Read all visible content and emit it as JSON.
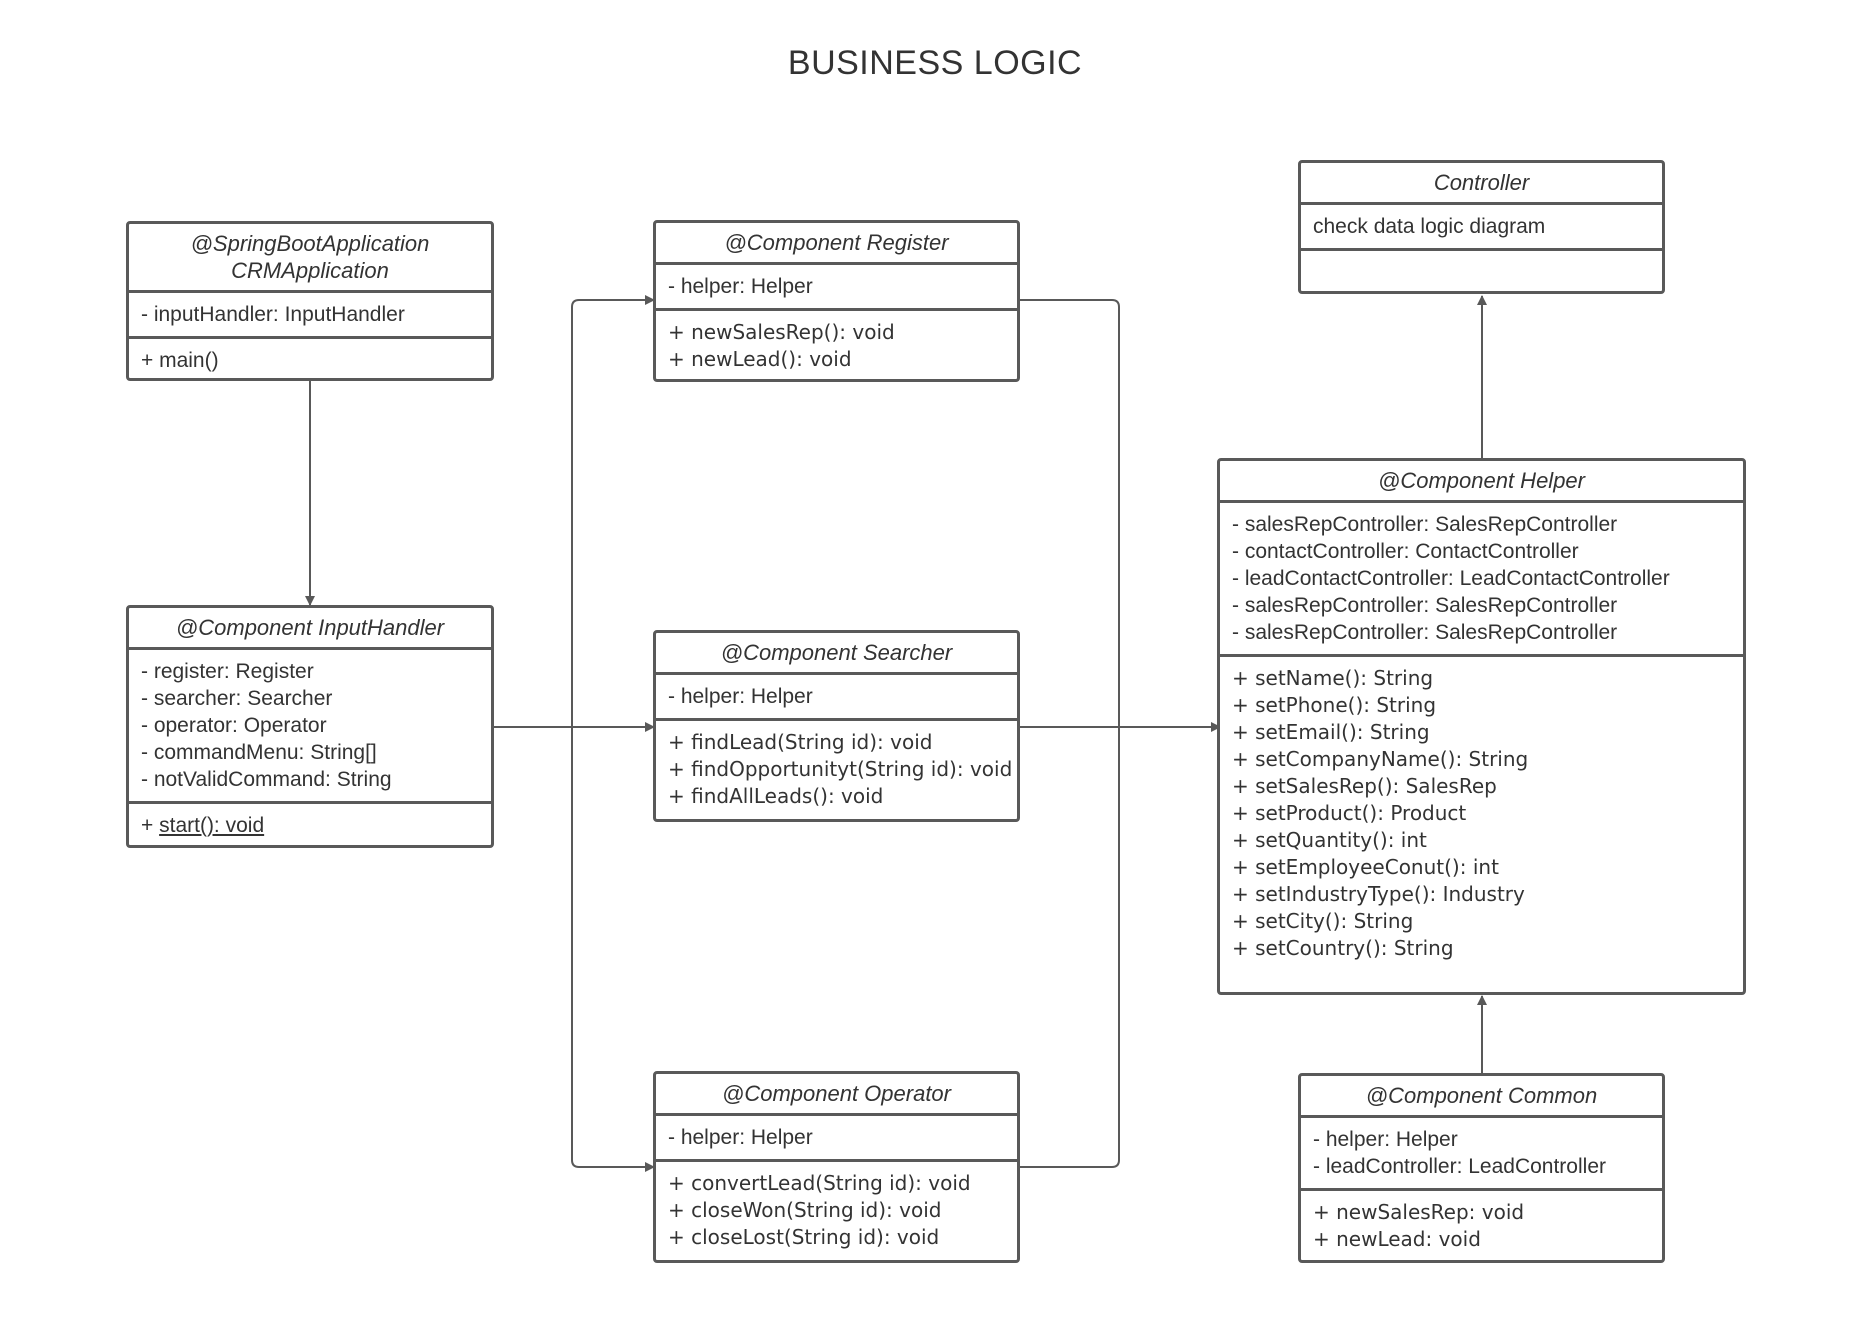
{
  "title": "BUSINESS LOGIC",
  "classes": {
    "app": {
      "header_lines": [
        "@SpringBootApplication",
        "CRMApplication"
      ],
      "attributes": [
        "- inputHandler: InputHandler"
      ],
      "operations": [
        "+ main()"
      ]
    },
    "input_handler": {
      "header": "@Component InputHandler",
      "attributes": [
        "- register: Register",
        "- searcher: Searcher",
        "- operator: Operator",
        "- commandMenu: String[]",
        "- notValidCommand: String"
      ],
      "operations_prefix": "+ ",
      "operations_underlined": "start(): void"
    },
    "register": {
      "header": "@Component Register",
      "attributes": [
        "- helper: Helper"
      ],
      "operations": [
        "+ newSalesRep(): void",
        "+ newLead(): void"
      ]
    },
    "searcher": {
      "header": "@Component Searcher",
      "attributes": [
        "- helper: Helper"
      ],
      "operations": [
        "+ findLead(String id): void",
        "+ findOpportunityt(String id): void",
        "+ findAllLeads(): void"
      ]
    },
    "operator": {
      "header": "@Component Operator",
      "attributes": [
        "- helper: Helper"
      ],
      "operations": [
        "+ convertLead(String id): void",
        "+ closeWon(String id): void",
        "+ closeLost(String id): void"
      ]
    },
    "controller": {
      "header": "Controller",
      "attributes": [
        "check data logic diagram"
      ],
      "operations": []
    },
    "helper": {
      "header": "@Component Helper",
      "attributes": [
        "- salesRepController: SalesRepController",
        "- contactController: ContactController",
        "- leadContactController: LeadContactController",
        "- salesRepController: SalesRepController",
        "- salesRepController: SalesRepController"
      ],
      "operations": [
        "+ setName(): String",
        "+ setPhone(): String",
        "+ setEmail(): String",
        "+ setCompanyName(): String",
        "+ setSalesRep(): SalesRep",
        "+ setProduct(): Product",
        "+ setQuantity(): int",
        "+ setEmployeeConut(): int",
        "+ setIndustryType(): Industry",
        "+ setCity(): String",
        "+ setCountry(): String"
      ]
    },
    "common": {
      "header": "@Component Common",
      "attributes": [
        "- helper: Helper",
        "- leadController: LeadController"
      ],
      "operations": [
        "+ newSalesRep: void",
        "+ newLead: void"
      ]
    }
  },
  "colors": {
    "line": "#595959",
    "text": "#333333",
    "background": "#ffffff"
  }
}
